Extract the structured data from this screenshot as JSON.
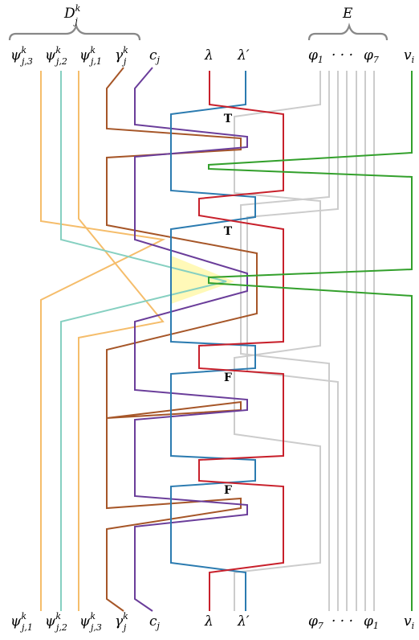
{
  "top_group_labels": {
    "d_base": "D",
    "d_sup": "k",
    "d_sub": "j",
    "e": "E"
  },
  "top_labels": {
    "psi3": {
      "base": "ψ",
      "sup": "k",
      "sub": "j,3"
    },
    "psi2": {
      "base": "ψ",
      "sup": "k",
      "sub": "j,2"
    },
    "psi1": {
      "base": "ψ",
      "sup": "k",
      "sub": "j,1"
    },
    "gamma": {
      "base": "γ",
      "sup": "k",
      "sub": "j"
    },
    "c": {
      "base": "c",
      "sub": "j"
    },
    "lambda": "λ",
    "lambda_prime": "λ′",
    "phi_first": {
      "base": "φ",
      "sub": "1"
    },
    "dots": "· · ·",
    "phi_last": {
      "base": "φ",
      "sub": "7"
    },
    "v": {
      "base": "v",
      "sub": "i"
    }
  },
  "bottom_labels": {
    "psi1": {
      "base": "ψ",
      "sup": "k",
      "sub": "j,1"
    },
    "psi2": {
      "base": "ψ",
      "sup": "k",
      "sub": "j,2"
    },
    "psi3": {
      "base": "ψ",
      "sup": "k",
      "sub": "j,3"
    },
    "gamma": {
      "base": "γ",
      "sup": "k",
      "sub": "j"
    },
    "c": {
      "base": "c",
      "sub": "j"
    },
    "lambda": "λ",
    "lambda_prime": "λ′",
    "phi_first": {
      "base": "φ",
      "sub": "7"
    },
    "dots": "· · ·",
    "phi_last": {
      "base": "φ",
      "sub": "1"
    },
    "v": {
      "base": "v",
      "sub": "i"
    }
  },
  "gadget_labels": [
    "T",
    "T",
    "F",
    "F"
  ],
  "colors": {
    "orange": "#f5bd6b",
    "teal": "#86d0c1",
    "brown": "#a65628",
    "purple": "#6a3d9a",
    "red": "#c8202b",
    "blue": "#2b7bb0",
    "gray": "#cccccc",
    "green": "#33a02c",
    "highlight": "#fff9b8"
  }
}
